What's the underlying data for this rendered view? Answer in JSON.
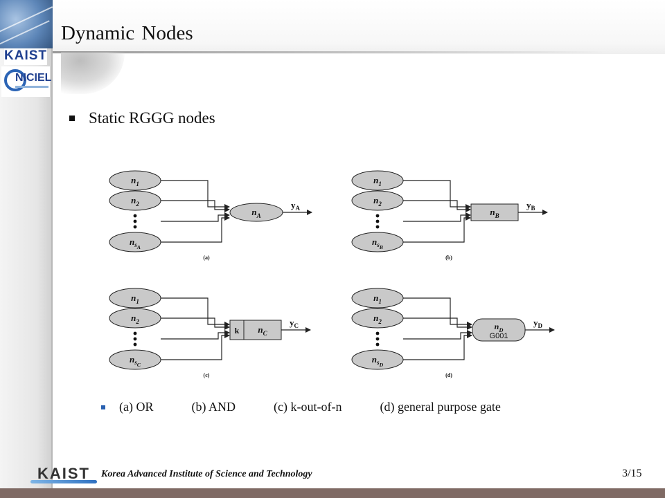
{
  "slide": {
    "title": "Dynamic Nodes",
    "bullet": "Static RGGG nodes",
    "logo_top": "KAIST",
    "logo_niciel": "NICIEL",
    "footer_logo": "KAIST",
    "footer_text": "Korea Advanced Institute of Science and Technology",
    "page": "3/15"
  },
  "caption": {
    "items": [
      "(a) OR",
      "(b) AND",
      "(c) k-out-of-n",
      "(d) general purpose gate"
    ]
  },
  "diagram": {
    "panels": [
      {
        "id": "a",
        "label": "(a)",
        "inputs": [
          "n1",
          "n2",
          "nsA"
        ],
        "node_shape": "ellipse",
        "node": "nA",
        "output": "yA"
      },
      {
        "id": "b",
        "label": "(b)",
        "inputs": [
          "n1",
          "n2",
          "nsB"
        ],
        "node_shape": "rectangle",
        "node": "nB",
        "output": "yB"
      },
      {
        "id": "c",
        "label": "(c)",
        "inputs": [
          "n1",
          "n2",
          "nsC"
        ],
        "node_shape": "k-box",
        "node_prefix": "k",
        "node": "nC",
        "output": "yC"
      },
      {
        "id": "d",
        "label": "(d)",
        "inputs": [
          "n1",
          "n2",
          "nsD"
        ],
        "node_shape": "rounded",
        "node": "nD",
        "node_sub": "G001",
        "output": "yD"
      }
    ]
  },
  "colors": {
    "node_fill": "#c9c9c9",
    "input_fill": "#c9c9c9",
    "stroke": "#222222",
    "accent_blue": "#2860b0",
    "bottom_bar": "#7f6a64"
  }
}
